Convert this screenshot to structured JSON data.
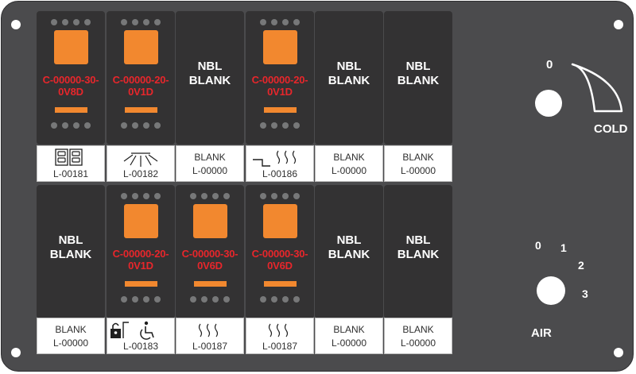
{
  "switches": [
    {
      "code": "C-00000-30-\n0V8D",
      "label": "L-00181",
      "icon": "door-panels-icon"
    },
    {
      "code": "C-00000-20-\n0V1D",
      "label": "L-00182",
      "icon": "light-rays-icon"
    },
    {
      "blank": "NBL\nBLANK",
      "label": "BLANK\nL-00000"
    },
    {
      "code": "C-00000-20-\n0V1D",
      "label": "L-00186",
      "icon": "step-heat-icon"
    },
    {
      "blank": "NBL\nBLANK",
      "label": "BLANK\nL-00000"
    },
    {
      "blank": "NBL\nBLANK",
      "label": "BLANK\nL-00000"
    },
    {
      "blank": "NBL\nBLANK",
      "label": "BLANK\nL-00000"
    },
    {
      "code": "C-00000-20-\n0V1D",
      "label": "L-00183",
      "icon": "lock-wheelchair-icon"
    },
    {
      "code": "C-00000-30-\n0V6D",
      "label": "L-00187",
      "icon": "heat-waves-icon"
    },
    {
      "code": "C-00000-30-\n0V6D",
      "label": "L-00187",
      "icon": "heat-waves-icon"
    },
    {
      "blank": "NBL\nBLANK",
      "label": "BLANK\nL-00000"
    },
    {
      "blank": "NBL\nBLANK",
      "label": "BLANK\nL-00000"
    }
  ],
  "cold_dial": {
    "zero": "0",
    "label": "COLD"
  },
  "air_dial": {
    "ticks": [
      "0",
      "1",
      "2",
      "3"
    ],
    "label": "AIR"
  },
  "colors": {
    "panel": "#4b4b4d",
    "switch": "#333233",
    "lamp": "#f2882f",
    "code": "#e8262b"
  }
}
